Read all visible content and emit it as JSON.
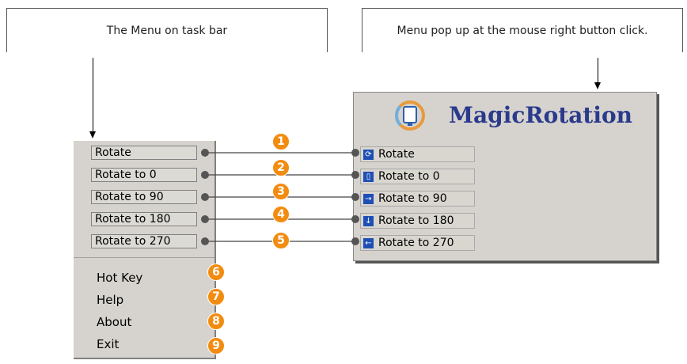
{
  "callouts": {
    "left": "The Menu on task bar",
    "right": "Menu pop up at the mouse right button click."
  },
  "taskbar_menu": {
    "rotate_items": [
      "Rotate",
      "Rotate to 0",
      "Rotate to 90",
      "Rotate to 180",
      "Rotate to 270"
    ],
    "other_items": [
      "Hot Key",
      "Help",
      "About",
      "Exit"
    ]
  },
  "popup_menu": {
    "logo": "MagicRotation",
    "items": [
      "Rotate",
      "Rotate to 0",
      "Rotate to 90",
      "Rotate to 180",
      "Rotate to 270"
    ]
  },
  "badges": [
    "1",
    "2",
    "3",
    "4",
    "5",
    "6",
    "7",
    "8",
    "9"
  ],
  "colors": {
    "badge": "#f28c10",
    "logo_text": "#2a3a8c",
    "panel": "#d6d3ce"
  }
}
